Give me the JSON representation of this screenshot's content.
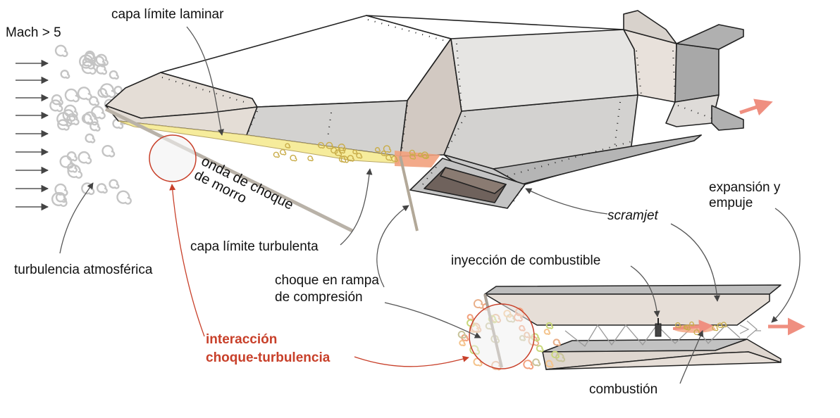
{
  "labels": {
    "mach": "Mach > 5",
    "laminar": "capa límite laminar",
    "nose_shock": [
      "onda de choque",
      "de morro"
    ],
    "turbulent_bl": "capa límite turbulenta",
    "atm_turb": "turbulencia atmosférica",
    "interaction": [
      "interacción",
      "choque-turbulencia"
    ],
    "ramp_shock": [
      "choque en rampa",
      "de compresión"
    ],
    "scramjet": "scramjet",
    "injection": "inyección de combustible",
    "expansion": [
      "expansión y",
      "empuje"
    ],
    "combustion": "combustión"
  },
  "colors": {
    "body_light": "#e4ddd6",
    "body_mid": "#cfcfcf",
    "body_dark": "#a9a9a9",
    "outline": "#222222",
    "shock": "#b9b2a8",
    "boundary_yellow": "#f6ec9c",
    "hot_orange": "#f2a17d",
    "accent_red": "#c8402a",
    "exhaust_arrow": "#ef8f80",
    "swirl": "#bdbdbd"
  }
}
